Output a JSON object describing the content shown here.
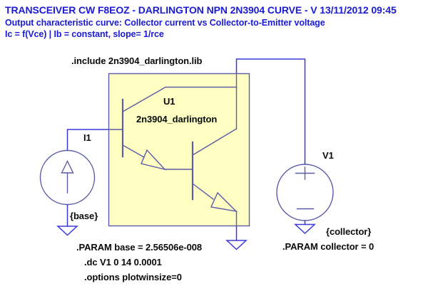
{
  "header": {
    "line1": "TRANSCEIVER CW F8EOZ - DARLINGTON NPN 2N3904 CURVE - V 13/11/2012 09:45",
    "line2": "Output characteristic curve: Collector current vs Collector-to-Emitter voltage",
    "line3": "Ic = f(Vce) | Ib = constant, slope= 1/rce"
  },
  "directives": {
    "include": ".include 2n3904_darlington.lib",
    "param_base": ".PARAM base = 2.56506e-008",
    "dc_sweep": ".dc V1 0 14 0.0001",
    "options": ".options plotwinsize=0",
    "param_collector": ".PARAM collector = 0"
  },
  "components": {
    "u1": {
      "ref": "U1",
      "value": "2n3904_darlington"
    },
    "i1": {
      "ref": "I1",
      "net": "{base}"
    },
    "v1": {
      "ref": "V1",
      "net": "{collector}"
    }
  },
  "colors": {
    "header_text": "#1b1bd6",
    "wire": "#3a3ad8",
    "symbol": "#5c5ca8",
    "box_fill": "#ffffc4",
    "label_text": "#0a0a0a",
    "background": "#ffffff"
  }
}
